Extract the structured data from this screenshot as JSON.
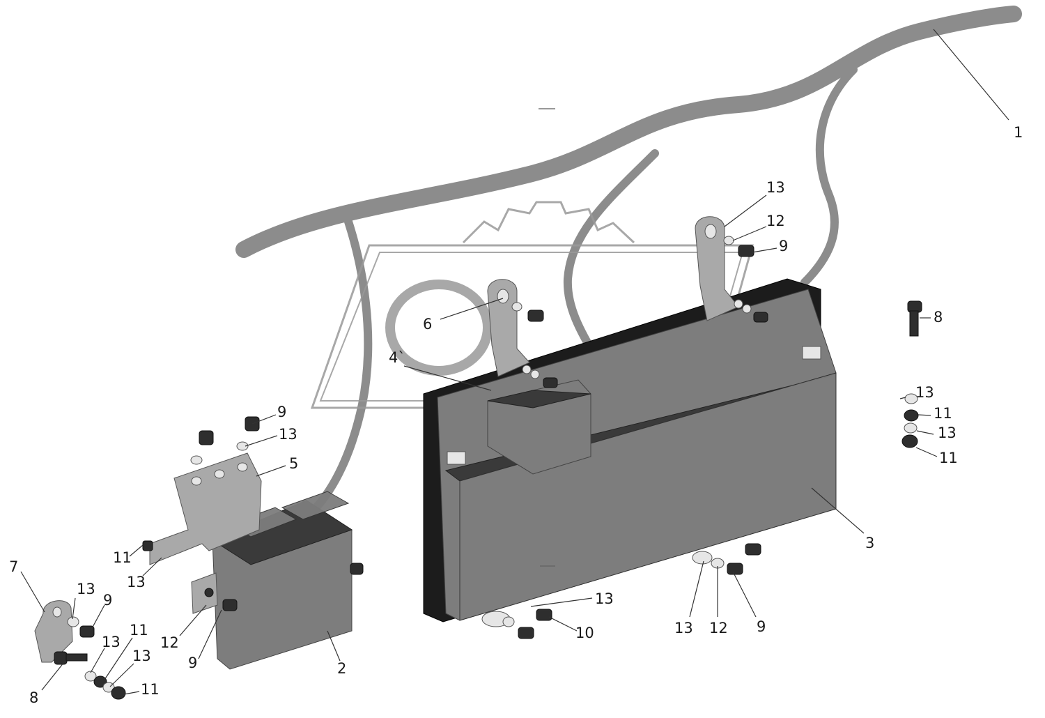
{
  "colors": {
    "harness": "#8c8c8c",
    "harness_edge": "#6e6e6e",
    "box_light": "#7d7d7d",
    "box_dark": "#3a3a3a",
    "box_black": "#1c1c1c",
    "bracket": "#a9a9a9",
    "watermark": "#9a9a9a"
  },
  "watermark_icon": "gear-logo-icon",
  "callouts": [
    {
      "id": "c1",
      "text": "1"
    },
    {
      "id": "c2",
      "text": "2"
    },
    {
      "id": "c3",
      "text": "3"
    },
    {
      "id": "c4",
      "text": "4`"
    },
    {
      "id": "c5",
      "text": "5"
    },
    {
      "id": "c6",
      "text": "6"
    },
    {
      "id": "c7",
      "text": "7"
    },
    {
      "id": "c8a",
      "text": "8"
    },
    {
      "id": "c8b",
      "text": "8"
    },
    {
      "id": "c9a",
      "text": "9"
    },
    {
      "id": "c9b",
      "text": "9"
    },
    {
      "id": "c9c",
      "text": "9"
    },
    {
      "id": "c9d",
      "text": "9"
    },
    {
      "id": "c9e",
      "text": "9"
    },
    {
      "id": "c10",
      "text": "10"
    },
    {
      "id": "c11a",
      "text": "11"
    },
    {
      "id": "c11b",
      "text": "11"
    },
    {
      "id": "c11c",
      "text": "11"
    },
    {
      "id": "c11d",
      "text": "11"
    },
    {
      "id": "c11e",
      "text": "11"
    },
    {
      "id": "c12a",
      "text": "12"
    },
    {
      "id": "c12b",
      "text": "12"
    },
    {
      "id": "c12c",
      "text": "12"
    },
    {
      "id": "c13a",
      "text": "13"
    },
    {
      "id": "c13b",
      "text": "13"
    },
    {
      "id": "c13c",
      "text": "13"
    },
    {
      "id": "c13d",
      "text": "13"
    },
    {
      "id": "c13e",
      "text": "13"
    },
    {
      "id": "c13f",
      "text": "13"
    },
    {
      "id": "c13g",
      "text": "13"
    },
    {
      "id": "c13h",
      "text": "13"
    },
    {
      "id": "c13i",
      "text": "13"
    },
    {
      "id": "c13j",
      "text": "13"
    }
  ]
}
